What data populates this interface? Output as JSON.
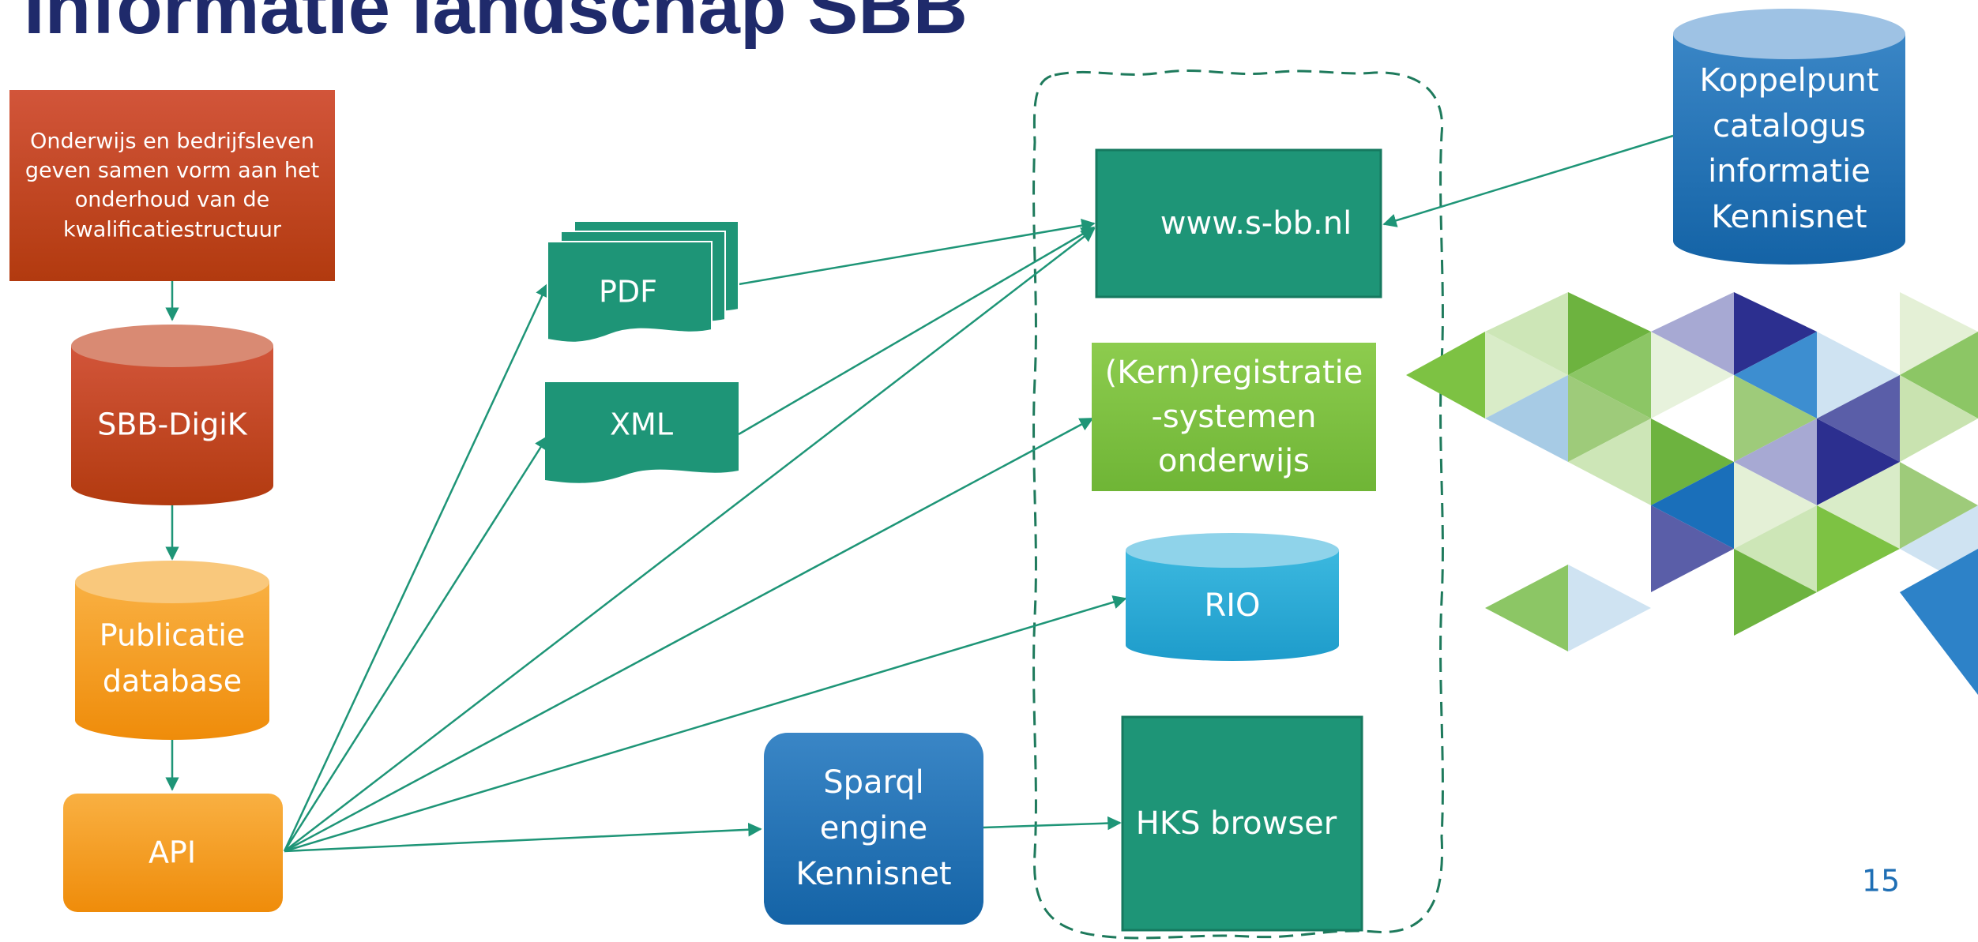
{
  "slide": {
    "title": "Informatie landschap SBB",
    "page_number": "15"
  },
  "nodes": {
    "onderwijs_box": {
      "lines": [
        "Onderwijs en bedrijfsleven",
        "geven samen vorm aan het",
        "onderhoud van de",
        "kwalificatiestructuur"
      ],
      "color": "#c4461a"
    },
    "sbb_digik": {
      "lines": [
        "SBB-DigiK"
      ],
      "color": "#c4461a"
    },
    "publicatie_db": {
      "lines": [
        "Publicatie",
        "database"
      ],
      "color": "#f59c1a"
    },
    "api": {
      "lines": [
        "API"
      ],
      "color": "#f59c1a"
    },
    "pdf_doc": {
      "lines": [
        "PDF"
      ],
      "color": "#1e9577"
    },
    "xml_doc": {
      "lines": [
        "XML"
      ],
      "color": "#1e9577"
    },
    "sparql_engine": {
      "lines": [
        "Sparql",
        "engine",
        "Kennisnet"
      ],
      "color": "#1a6fb0"
    },
    "website": {
      "lines": [
        "www.s-bb.nl"
      ],
      "color": "#1e9577"
    },
    "registratie": {
      "lines": [
        "(Kern)registratie",
        "-systemen",
        "onderwijs"
      ],
      "color": "#7dc243"
    },
    "rio": {
      "lines": [
        "RIO"
      ],
      "color": "#29abd6"
    },
    "hks_browser": {
      "lines": [
        "HKS browser"
      ],
      "color": "#1e9577"
    },
    "koppelpunt": {
      "lines": [
        "Koppelpunt",
        "catalogus",
        "informatie",
        "Kennisnet"
      ],
      "color": "#1a6fb0"
    }
  },
  "connector_color": "#1e9577"
}
